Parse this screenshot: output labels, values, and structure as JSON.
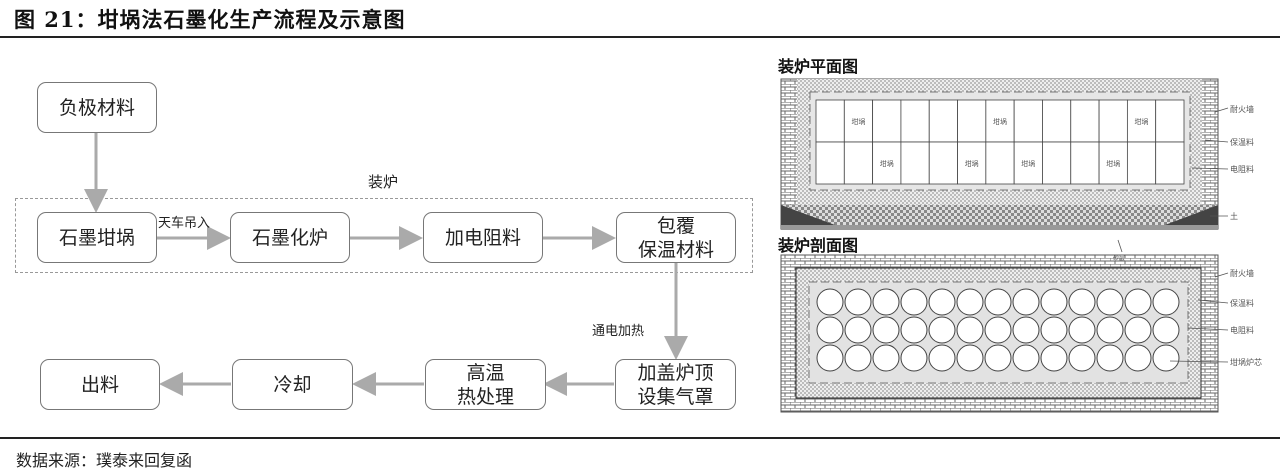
{
  "figure": {
    "title": "图 21：坩埚法石墨化生产流程及示意图",
    "source": "数据来源：璞泰来回复函"
  },
  "flow": {
    "group_label": "装炉",
    "steps": {
      "anode_material": "负极材料",
      "graphite_crucible": "石墨坩埚",
      "graphitization_furnace": "石墨化炉",
      "add_resistor": "加电阻料",
      "cover_insulation_line1": "包覆",
      "cover_insulation_line2": "保温材料",
      "cover_top_line1": "加盖炉顶",
      "cover_top_line2": "设集气罩",
      "heat_treat_line1": "高温",
      "heat_treat_line2": "热处理",
      "cooling": "冷却",
      "discharge": "出料"
    },
    "edge_labels": {
      "crane_in": "天车吊入",
      "power_heating": "通电加热"
    }
  },
  "plan_view": {
    "title": "装炉平面图",
    "cell_label": "坩埚",
    "rows": 2,
    "cols": 13,
    "labels": [
      "耐火墙",
      "保温料",
      "电阻料",
      "土",
      "砂层"
    ]
  },
  "section_view": {
    "title": "装炉剖面图",
    "rows": 3,
    "cols": 13,
    "labels": [
      "耐火墙",
      "保温料",
      "电阻料",
      "坩埚炉芯"
    ]
  }
}
